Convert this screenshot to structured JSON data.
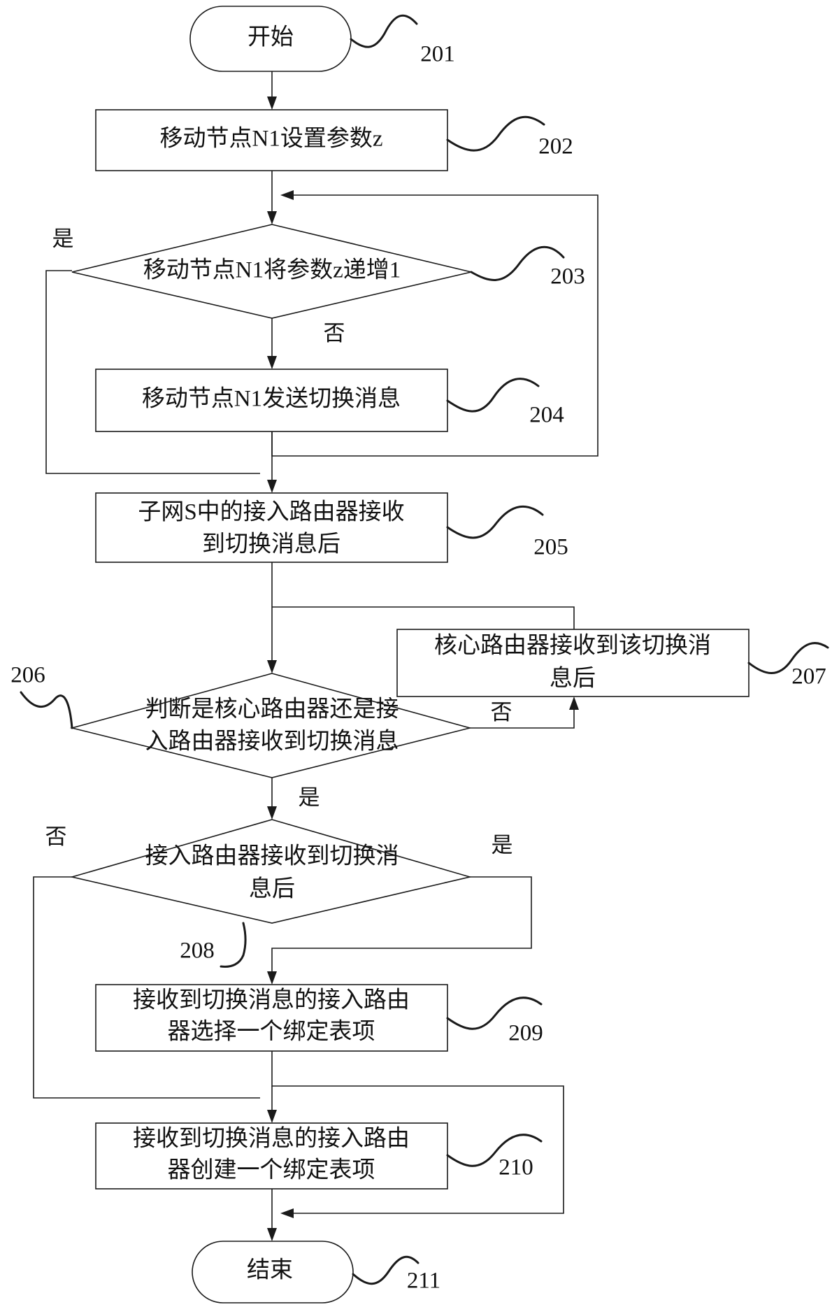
{
  "nodes": {
    "start": "开始",
    "n202": "移动节点N1设置参数z",
    "n203": "移动节点N1将参数z递增1",
    "n204": "移动节点N1发送切换消息",
    "n205": [
      "子网S中的接入路由器接收",
      "到切换消息后"
    ],
    "n206": [
      "判断是核心路由器还是接",
      "入路由器接收到切换消息"
    ],
    "n207": [
      "核心路由器接收到该切换消",
      "息后"
    ],
    "n208": [
      "接入路由器接收到切换消",
      "息后"
    ],
    "n209": [
      "接收到切换消息的接入路由",
      "器选择一个绑定表项"
    ],
    "n210": [
      "接收到切换消息的接入路由",
      "器创建一个绑定表项"
    ],
    "end": "结束"
  },
  "labels": {
    "yes_203": "是",
    "no_203": "否",
    "no_206": "否",
    "yes_206": "是",
    "no_208": "否",
    "yes_208": "是"
  },
  "refs": {
    "r201": "201",
    "r202": "202",
    "r203": "203",
    "r204": "204",
    "r205": "205",
    "r206": "206",
    "r207": "207",
    "r208": "208",
    "r209": "209",
    "r210": "210",
    "r211": "211"
  },
  "colors": {
    "stroke": "#1a1a1a",
    "text": "#111111",
    "background": "#ffffff"
  }
}
